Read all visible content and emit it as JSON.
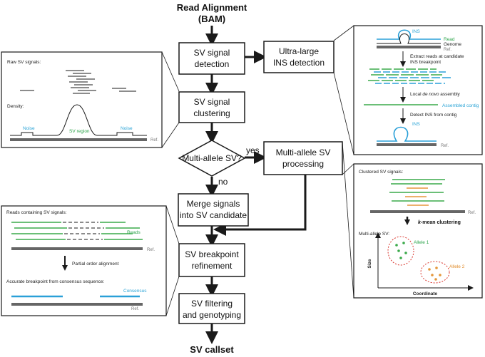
{
  "title": {
    "line1": "Read Alignment",
    "line2": "(BAM)"
  },
  "nodes": {
    "detection": {
      "line1": "SV signal",
      "line2": "detection"
    },
    "ins": {
      "line1": "Ultra-large",
      "line2": "INS detection"
    },
    "clustering": {
      "line1": "SV signal",
      "line2": "clustering"
    },
    "decision": "Multi-allele SV?",
    "multi": {
      "line1": "Multi-allele SV",
      "line2": "processing"
    },
    "merge": {
      "line1": "Merge signals",
      "line2": "into SV candidate"
    },
    "refine": {
      "line1": "SV breakpoint",
      "line2": "refinement"
    },
    "filter": {
      "line1": "SV filtering",
      "line2": "and genotyping"
    },
    "yes": "yes",
    "no": "no"
  },
  "footer": "SV callset",
  "panel_raw": {
    "raw_label": "Raw SV signals:",
    "density_label": "Density:",
    "noise_left": "Noise",
    "sv_region": "SV region",
    "noise_right": "Noise",
    "ref": "Ref."
  },
  "panel_ins": {
    "ins_top": "INS",
    "read": "Read",
    "genome": "Genome",
    "ref_top": "Ref.",
    "step1a": "Extract reads at candidate",
    "step1b": "INS breakpoint",
    "step2_pre": "Local ",
    "step2_italic": "de novo",
    "step2_post": " assembly",
    "assembled": "Assembled contig",
    "step3": "Detect INS from contig",
    "ins_bottom": "INS",
    "ref_bottom": "Ref."
  },
  "panel_cluster": {
    "title": "Clustered SV signals:",
    "ref": "Ref.",
    "kmean_italic": "k",
    "kmean_rest": "-mean clustering",
    "multi_label": "Multi-allele SV:",
    "allele1": "Allele 1",
    "allele2": "Allele 2",
    "ylabel": "Size",
    "xlabel": "Coordinate"
  },
  "panel_reads": {
    "title": "Reads containing SV signals:",
    "reads": "Reads",
    "ref_top": "Ref.",
    "poa": "Partial order alignment",
    "consensus_title": "Accurate breakpoint from consensus sequence:",
    "consensus": "Consensus",
    "ref_bottom": "Ref."
  },
  "colors": {
    "green": "#3aaa4a",
    "blue": "#2aa0d8",
    "orange": "#e5963a",
    "red_dotted": "#d9342b",
    "gray": "#666666"
  }
}
